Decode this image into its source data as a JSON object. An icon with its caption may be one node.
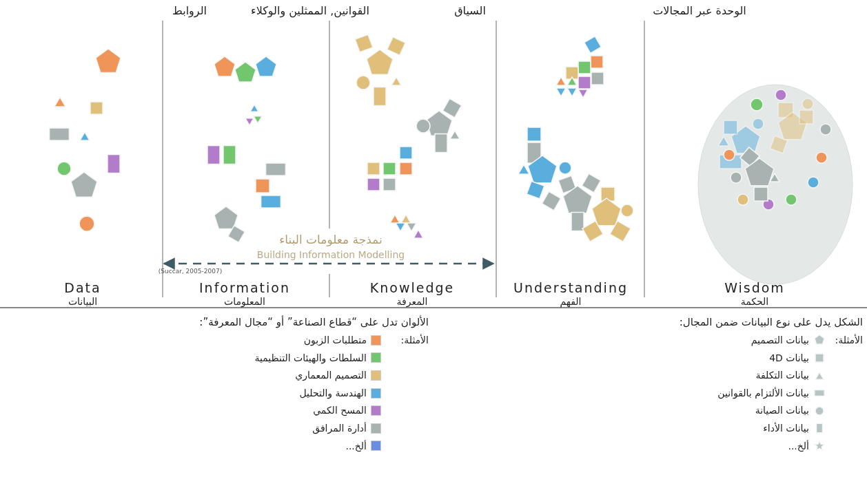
{
  "diagram": {
    "labels": [
      "الوحدة عبر المجالات",
      "السياق",
      "القوانين, الممثلين والوكلاء",
      "الروابط",
      "نمذجة معلومات البناء",
      "Building Information Modelling",
      "(Succar, 2005-2007)",
      "Data",
      "البيانات",
      "Information",
      "المعلومات",
      "Knowledge",
      "المعرفة",
      "Understanding",
      "الفهم",
      "Wisdom",
      "الحكمة",
      "الشكل يدل على نوع البيانات ضمن المجال:",
      "الأمثلة:",
      "الألوان تدل على “قطاع الصناعة” أو “مجال المعرفة”:",
      "الأمثلة:"
    ],
    "legend": [
      {
        "text": "بيانات التصميم"
      },
      {
        "text": "بيانات 4D"
      },
      {
        "text": "بيانات التكلفة"
      },
      {
        "text": "بيانات الألتزام بالقوانين"
      },
      {
        "text": "بيانات الصيانة"
      },
      {
        "text": "بيانات الأداء"
      },
      {
        "text": "ألخ..."
      },
      {
        "text": "متطلبات الزبون",
        "color": "#f0955a"
      },
      {
        "text": "السلطات والهيئات التنظيمية",
        "color": "#72c66e"
      },
      {
        "text": "التصميم المعماري",
        "color": "#dfbf7a"
      },
      {
        "text": "الهندسة والتحليل",
        "color": "#5aaede"
      },
      {
        "text": "المسح الكمي",
        "color": "#b37ccb"
      },
      {
        "text": "أدارة المرافق",
        "color": "#a8b3b1"
      },
      {
        "text": "ألخ...",
        "color": "#6a8ee0"
      }
    ]
  }
}
